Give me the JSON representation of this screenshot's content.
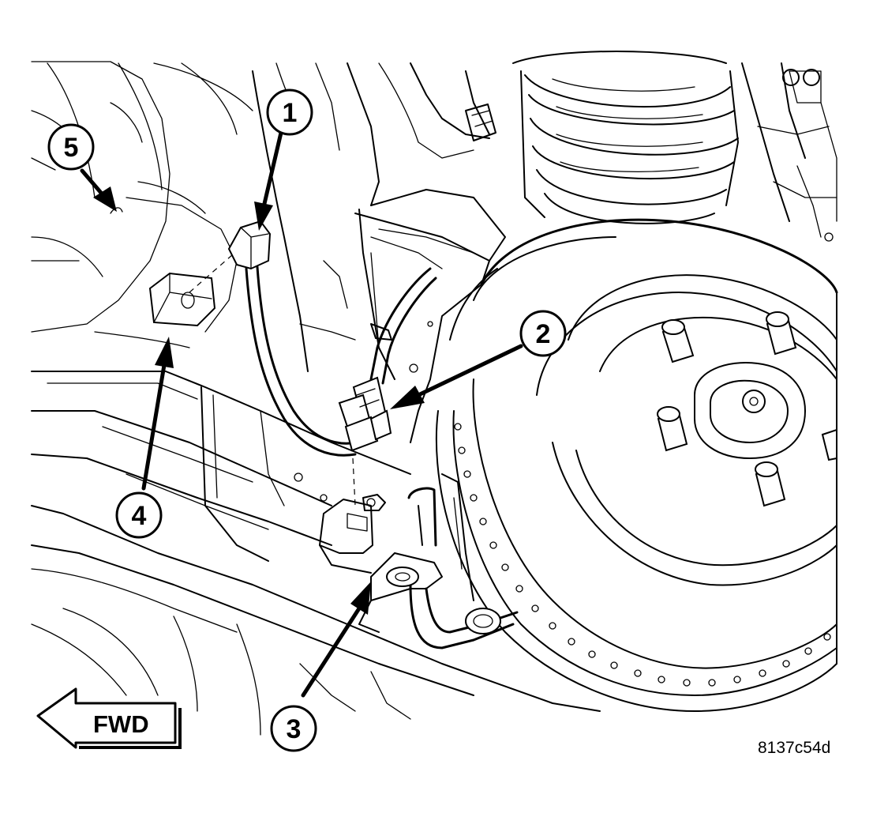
{
  "callouts": [
    {
      "id": "1",
      "label": "1"
    },
    {
      "id": "2",
      "label": "2"
    },
    {
      "id": "3",
      "label": "3"
    },
    {
      "id": "4",
      "label": "4"
    },
    {
      "id": "5",
      "label": "5"
    }
  ],
  "direction_label": "FWD",
  "figure_code": "8137c54d"
}
